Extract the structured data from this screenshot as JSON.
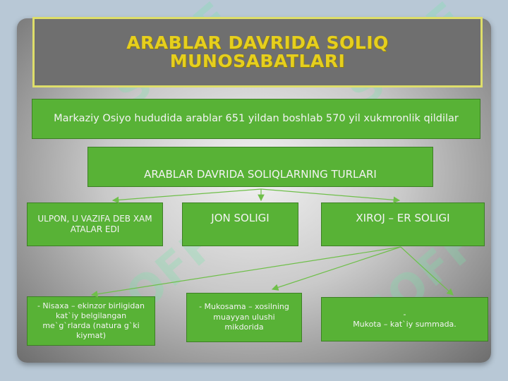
{
  "title": {
    "line1": "ARABLAR DAVRIDA SOLIQ",
    "line2": "MUNOSABATLARI"
  },
  "intro": "Markaziy Osiyo hududida arablar 651 yildan boshlab 570 yil xukmronlik qildilar",
  "types_heading": "ARABLAR DAVRIDA SOLIQLARNING TURLARI",
  "tax_types": [
    "ULPON, U VAZIFA DEB XAM ATALAR EDI",
    "JON SOLIGI",
    "XIROJ – ER SOLIGI"
  ],
  "xiroj_kinds": [
    "- Nisaxa – ekinzor birligidan kat`iy belgilangan me`g`rlarda (natura g`ki kiymat)",
    "- Mukosama – xosilning muayyan ulushi mikdorida",
    {
      "dash": "-",
      "text": "Mukota – kat`iy summada."
    }
  ],
  "watermark": "SOFF",
  "colors": {
    "box": "#58b236",
    "title": "#e6cf1d",
    "title_bg": "#6f6f6f",
    "title_border": "#dede6a"
  }
}
